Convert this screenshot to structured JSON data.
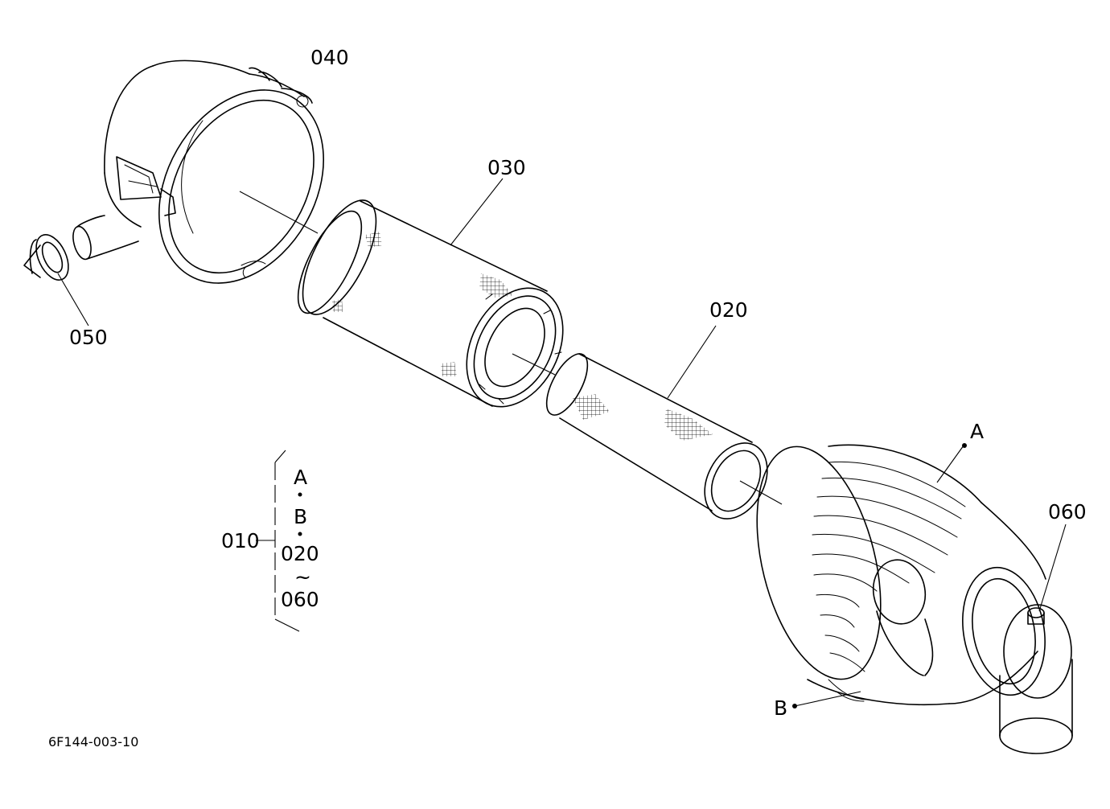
{
  "callouts": {
    "p040": "040",
    "p050": "050",
    "p030": "030",
    "p020": "020",
    "p060": "060",
    "pA": "A",
    "pB": "B",
    "p010": "010"
  },
  "assembly_bracket": {
    "lines": [
      "A",
      "B",
      "020",
      "~",
      "060"
    ]
  },
  "figure_code": "6F144-003-10"
}
